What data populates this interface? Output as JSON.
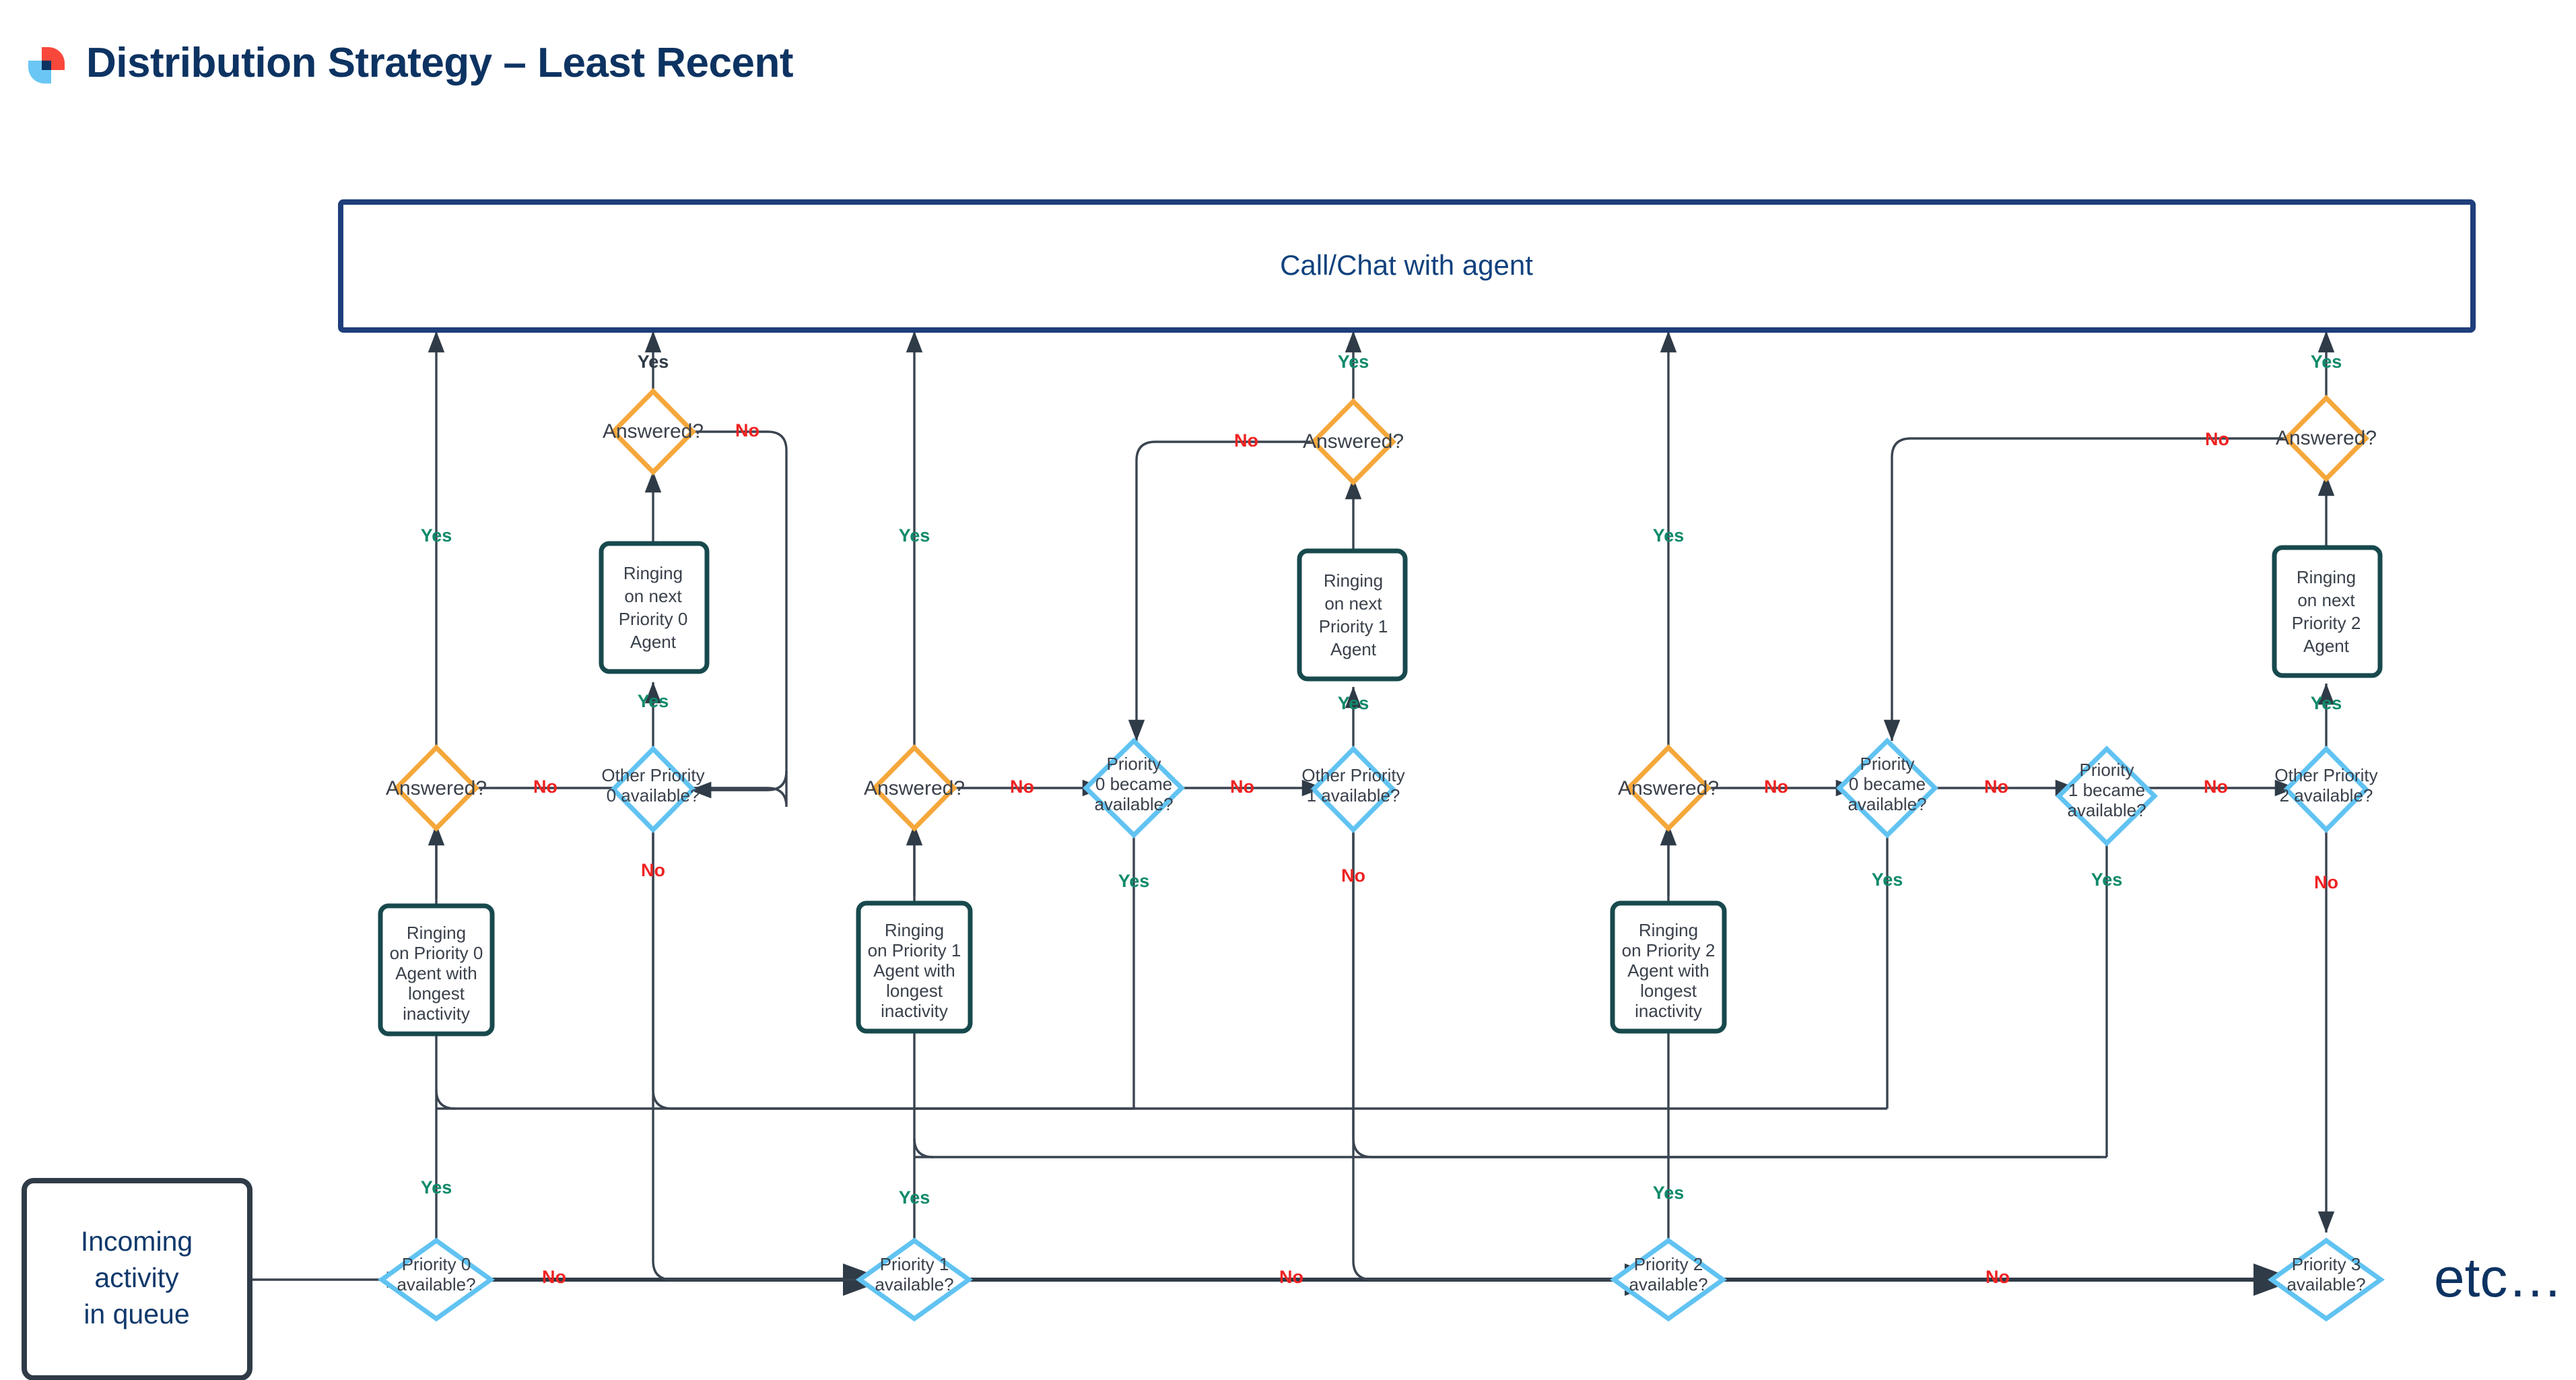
{
  "header": {
    "title": "Distribution Strategy – Least Recent",
    "logo_icon": "app-logo-icon",
    "logo_colors": {
      "red": "#f8483b",
      "light_blue": "#6ac7f5",
      "navy": "#0d3362"
    }
  },
  "palette": {
    "navy": "#0d3362",
    "orange": "#f5a73b",
    "light_blue": "#61c3f2",
    "teal": "#17494d",
    "yes_green": "#0f8a6a",
    "no_red": "#ef2222",
    "edge_gray": "#3a4450"
  },
  "terminal": {
    "top_box": "Call/Chat with agent",
    "start_box": "Incoming\nactivity\nin queue",
    "start_lines": [
      "Incoming",
      "activity",
      "in queue"
    ],
    "etc": "etc…"
  },
  "labels": {
    "yes": "Yes",
    "no": "No"
  },
  "groups": [
    {
      "priority": 0,
      "queue_decision": "Priority 0\navailable?",
      "queue_decision_lines": [
        "Priority 0",
        "available?"
      ],
      "ringing_longest": "Ringing\non Priority 0\nAgent with\nlongest\ninactivity",
      "ringing_longest_lines": [
        "Ringing",
        "on Priority 0",
        "Agent with",
        "longest",
        "inactivity"
      ],
      "answered": "Answered?",
      "other_available": "Other Priority\n0 available?",
      "other_available_lines": [
        "Other Priority",
        "0 available?"
      ],
      "ringing_next": "Ringing\non next\nPriority 0\nAgent",
      "ringing_next_lines": [
        "Ringing",
        "on next",
        "Priority 0",
        "Agent"
      ],
      "answered_next": "Answered?",
      "became_available": []
    },
    {
      "priority": 1,
      "queue_decision": "Priority 1\navailable?",
      "queue_decision_lines": [
        "Priority 1",
        "available?"
      ],
      "ringing_longest": "Ringing\non Priority 1\nAgent with\nlongest\ninactivity",
      "ringing_longest_lines": [
        "Ringing",
        "on Priority 1",
        "Agent with",
        "longest",
        "inactivity"
      ],
      "answered": "Answered?",
      "other_available": "Other Priority\n1 available?",
      "other_available_lines": [
        "Other Priority",
        "1 available?"
      ],
      "ringing_next": "Ringing\non next\nPriority 1\nAgent",
      "ringing_next_lines": [
        "Ringing",
        "on next",
        "Priority 1",
        "Agent"
      ],
      "answered_next": "Answered?",
      "became_available": [
        {
          "text": "Priority\n0 became\navailable?",
          "lines": [
            "Priority",
            "0 became",
            "available?"
          ]
        }
      ]
    },
    {
      "priority": 2,
      "queue_decision": "Priority 2\navailable?",
      "queue_decision_lines": [
        "Priority 2",
        "available?"
      ],
      "ringing_longest": "Ringing\non Priority 2\nAgent with\nlongest\ninactivity",
      "ringing_longest_lines": [
        "Ringing",
        "on Priority 2",
        "Agent with",
        "longest",
        "inactivity"
      ],
      "answered": "Answered?",
      "other_available": "Other Priority\n2 available?",
      "other_available_lines": [
        "Other Priority",
        "2 available?"
      ],
      "ringing_next": "Ringing\non next\nPriority 2\nAgent",
      "ringing_next_lines": [
        "Ringing",
        "on next",
        "Priority 2",
        "Agent"
      ],
      "answered_next": "Answered?",
      "became_available": [
        {
          "text": "Priority\n0 became\navailable?",
          "lines": [
            "Priority",
            "0 became",
            "available?"
          ]
        },
        {
          "text": "Priority\n1 became\navailable?",
          "lines": [
            "Priority",
            "1 became",
            "available?"
          ]
        }
      ]
    }
  ],
  "tail": {
    "queue_decision": "Priority 3\navailable?",
    "queue_decision_lines": [
      "Priority 3",
      "available?"
    ]
  },
  "edge_labels": {
    "g0_top_yes": "Yes",
    "g0_left_yes": "Yes",
    "g0_answered_no": "No",
    "g0_next_yes": "Yes",
    "g0_nextanswered_yes": "Yes",
    "g0_nextanswered_no": "No",
    "g0_other_no": "No",
    "g0_queue_yes": "Yes",
    "g0_queue_no": "No",
    "g1_top_yes": "Yes",
    "g1_left_yes": "Yes",
    "g1_answered_no": "No",
    "g1_became0_no": "No",
    "g1_became0_yes": "Yes",
    "g1_other_no": "No",
    "g1_next_yes": "Yes",
    "g1_nextanswered_yes": "Yes",
    "g1_nextanswered_no": "No",
    "g1_queue_yes": "Yes",
    "g1_queue_no": "No",
    "g2_top_yes": "Yes",
    "g2_left_yes": "Yes",
    "g2_answered_no": "No",
    "g2_became0_no": "No",
    "g2_became0_yes": "Yes",
    "g2_became1_no": "No",
    "g2_became1_yes": "Yes",
    "g2_other_no": "No",
    "g2_next_yes": "Yes",
    "g2_nextanswered_yes": "Yes",
    "g2_nextanswered_no": "No",
    "g2_queue_yes": "Yes",
    "g2_queue_no": "No"
  }
}
